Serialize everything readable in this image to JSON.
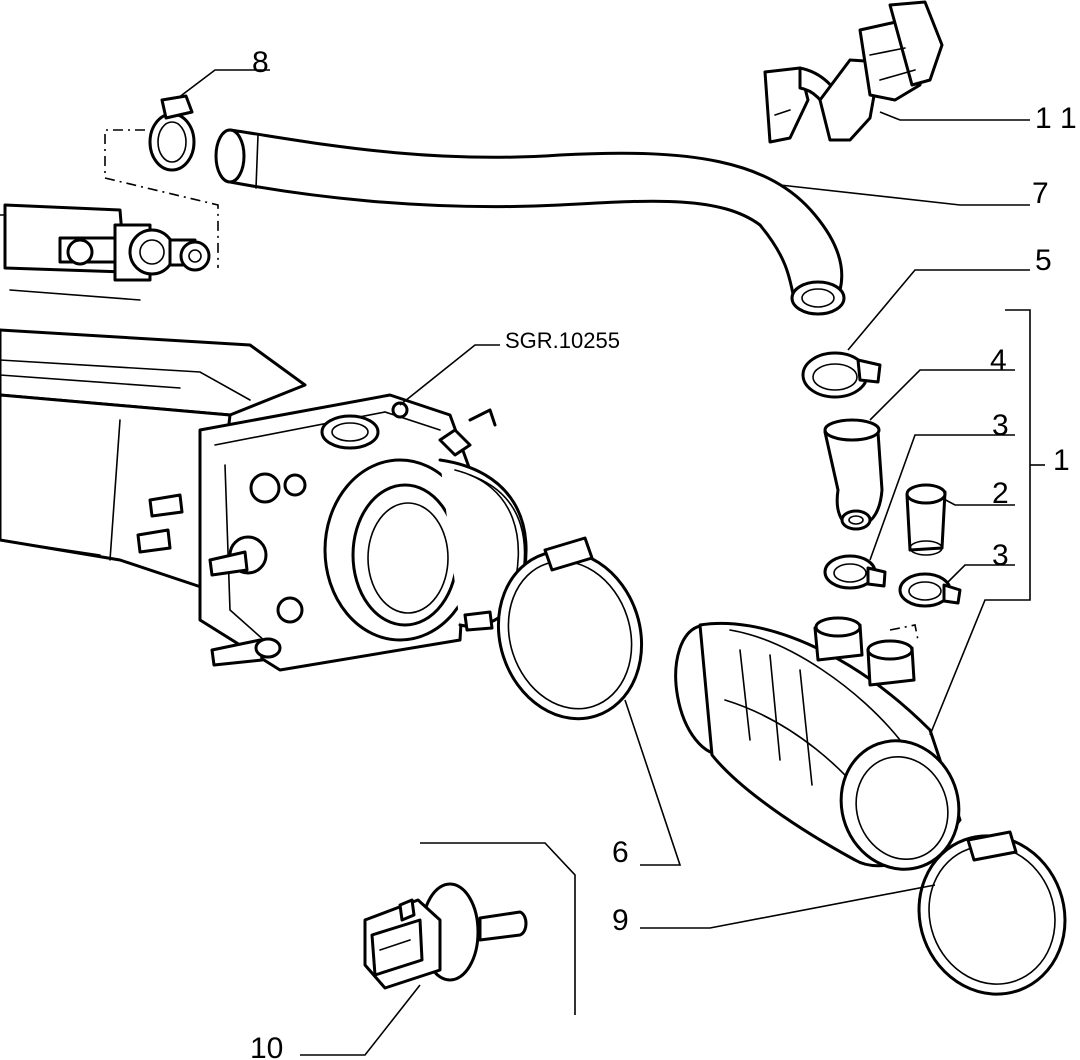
{
  "drawing_ref": "SGR.10255",
  "callouts": {
    "c1": "1",
    "c2": "2",
    "c3a": "3",
    "c3b": "3",
    "c4": "4",
    "c5": "5",
    "c6": "6",
    "c7": "7",
    "c8": "8",
    "c9": "9",
    "c10": "10",
    "c11": "1 1"
  }
}
